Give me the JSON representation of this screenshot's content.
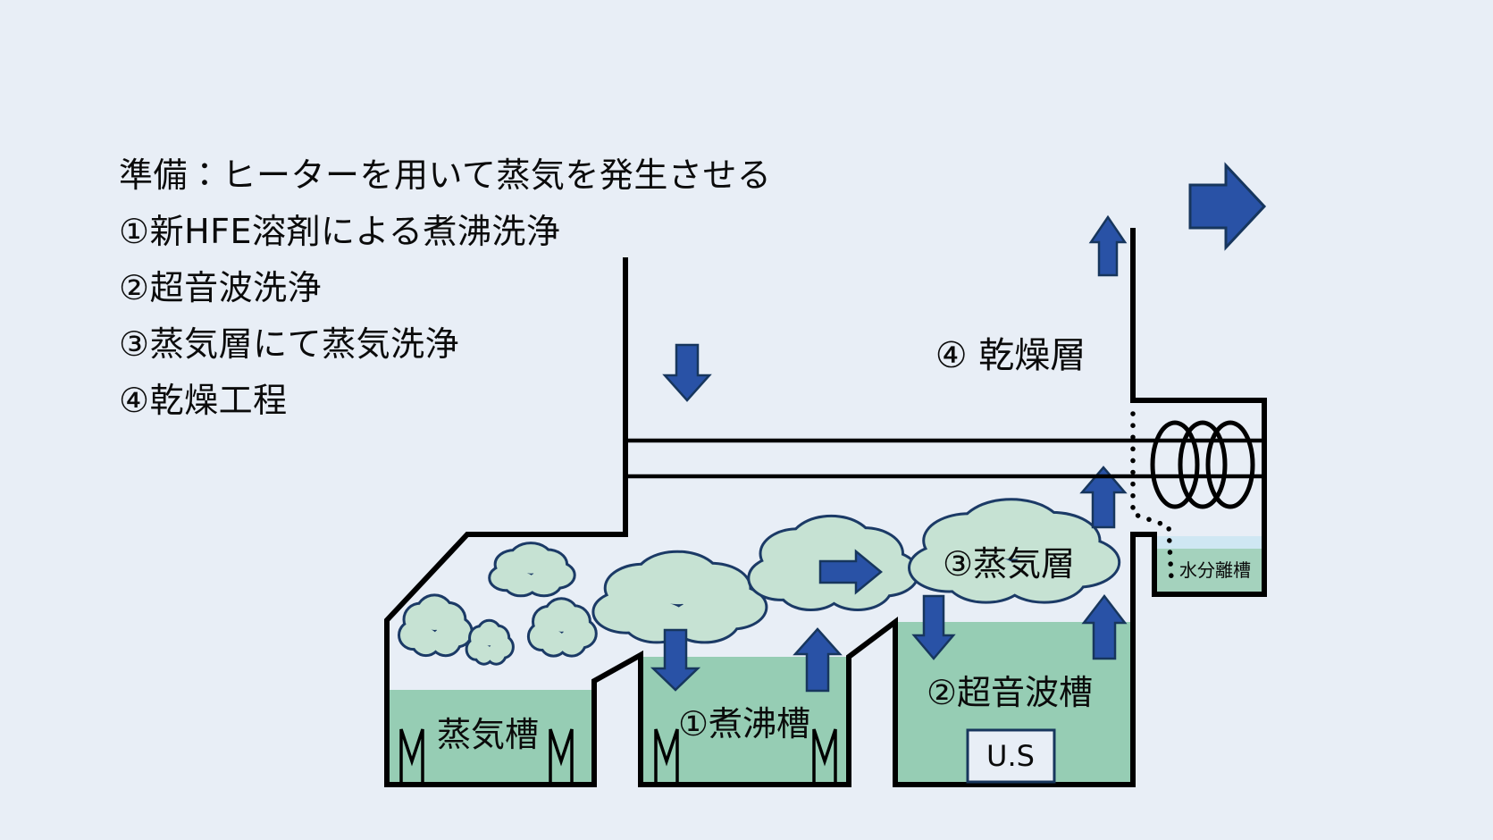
{
  "colors": {
    "background": "#e8eef6",
    "outline": "#000000",
    "liquid_green": "#96cdb4",
    "separator_solvent_green": "#a4d2bd",
    "water_blue": "#cfe7f3",
    "cloud_fill": "#c6e2d3",
    "cloud_outline": "#1b3a66",
    "arrow_fill": "#2952a6",
    "arrow_outline": "#17365d",
    "text": "#0b0b0b"
  },
  "process_list": {
    "lines": [
      "準備：ヒーターを用いて蒸気を発生させる",
      "①新HFE溶剤による煮沸洗浄",
      "②超音波洗浄",
      "③蒸気層にて蒸気洗浄",
      "④乾燥工程"
    ]
  },
  "diagram": {
    "zone_labels": {
      "drying_zone": "④ 乾燥層",
      "vapor_zone": "③蒸気層"
    },
    "tank_labels": {
      "steam_tank": "蒸気槽",
      "boiling_tank": "①煮沸槽",
      "ultrasonic_tank": "②超音波槽",
      "water_separator": "水分離槽",
      "ultrasonic_unit": "U.S"
    }
  }
}
